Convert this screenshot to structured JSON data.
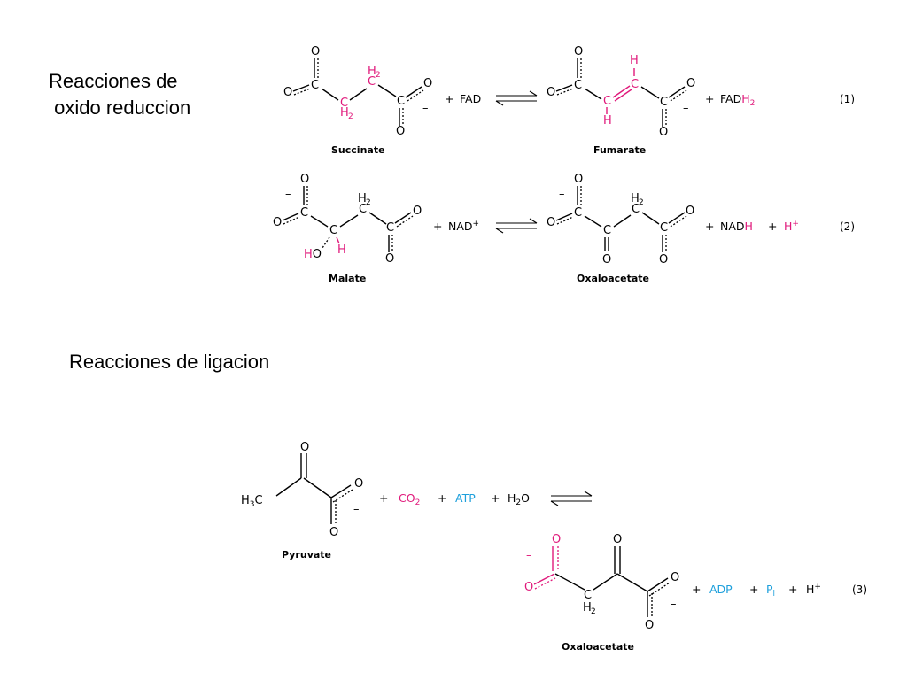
{
  "headings": {
    "redox_line1": "Reacciones de",
    "redox_line2": " oxido reduccion",
    "ligation": "Reacciones de ligacion"
  },
  "colors": {
    "magenta": "#e0197b",
    "blue": "#1ea0dc",
    "black": "#000000"
  },
  "reaction1": {
    "number": "(1)",
    "reactant_label": "Succinate",
    "product_label": "Fumarate",
    "cofactor_in": "FAD",
    "cofactor_out_base": "FAD",
    "cofactor_out_h": "H",
    "cofactor_out_sub": "2",
    "plus": "+"
  },
  "reaction2": {
    "number": "(2)",
    "reactant_label": "Malate",
    "product_label": "Oxaloacetate",
    "cofactor_in": "NAD",
    "cofactor_in_charge": "+",
    "cofactor_out_base": "NAD",
    "cofactor_out_h": "H",
    "proton": "H",
    "proton_charge": "+",
    "plus": "+"
  },
  "reaction3": {
    "number": "(3)",
    "reactant_label": "Pyruvate",
    "product_label": "Oxaloacetate",
    "co2": "CO",
    "co2_sub": "2",
    "atp": "ATP",
    "water_h": "H",
    "water_sub": "2",
    "water_o": "O",
    "adp": "ADP",
    "pi": "P",
    "pi_sub": "i",
    "proton": "H",
    "proton_charge": "+",
    "plus": "+"
  },
  "atoms": {
    "O": "O",
    "C": "C",
    "H": "H",
    "H2": "H",
    "two": "2",
    "minus": "–",
    "HO_H": "H",
    "HO_O": "O",
    "H3": "H",
    "three": "3"
  }
}
